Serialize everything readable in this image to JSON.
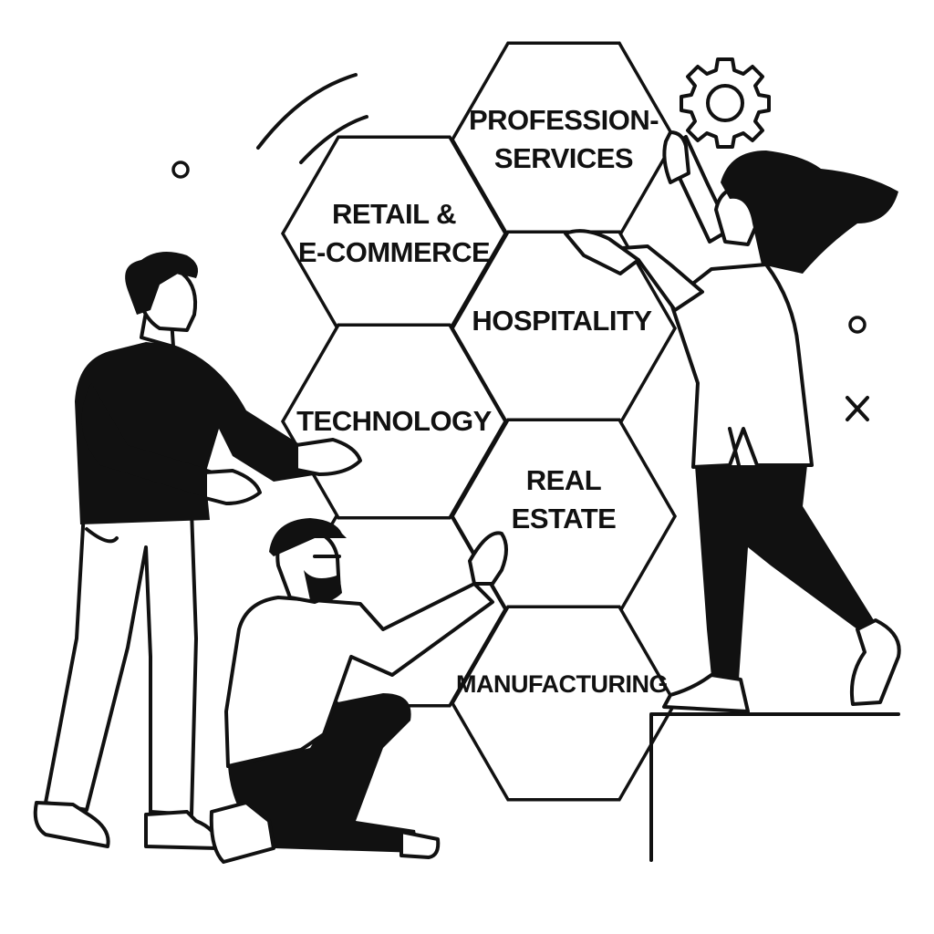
{
  "diagram": {
    "hexagons": [
      {
        "id": "professional-services",
        "lines": [
          "PROFESSION-",
          "SERVICES"
        ]
      },
      {
        "id": "retail-ecommerce",
        "lines": [
          "RETAIL &",
          "E-COMMERCE"
        ]
      },
      {
        "id": "hospitality",
        "lines": [
          "HOSPITALITY"
        ]
      },
      {
        "id": "technology",
        "lines": [
          "TECHNOLOGY"
        ]
      },
      {
        "id": "real-estate",
        "lines": [
          "REAL",
          "ESTATE"
        ]
      },
      {
        "id": "manufacturing",
        "lines": [
          "MANUFACTURING"
        ]
      }
    ],
    "colors": {
      "ink": "#111111",
      "paper": "#ffffff"
    },
    "decorations": [
      "gear-icon",
      "circle-icon",
      "circle-icon",
      "cross-icon",
      "arc-lines"
    ]
  }
}
